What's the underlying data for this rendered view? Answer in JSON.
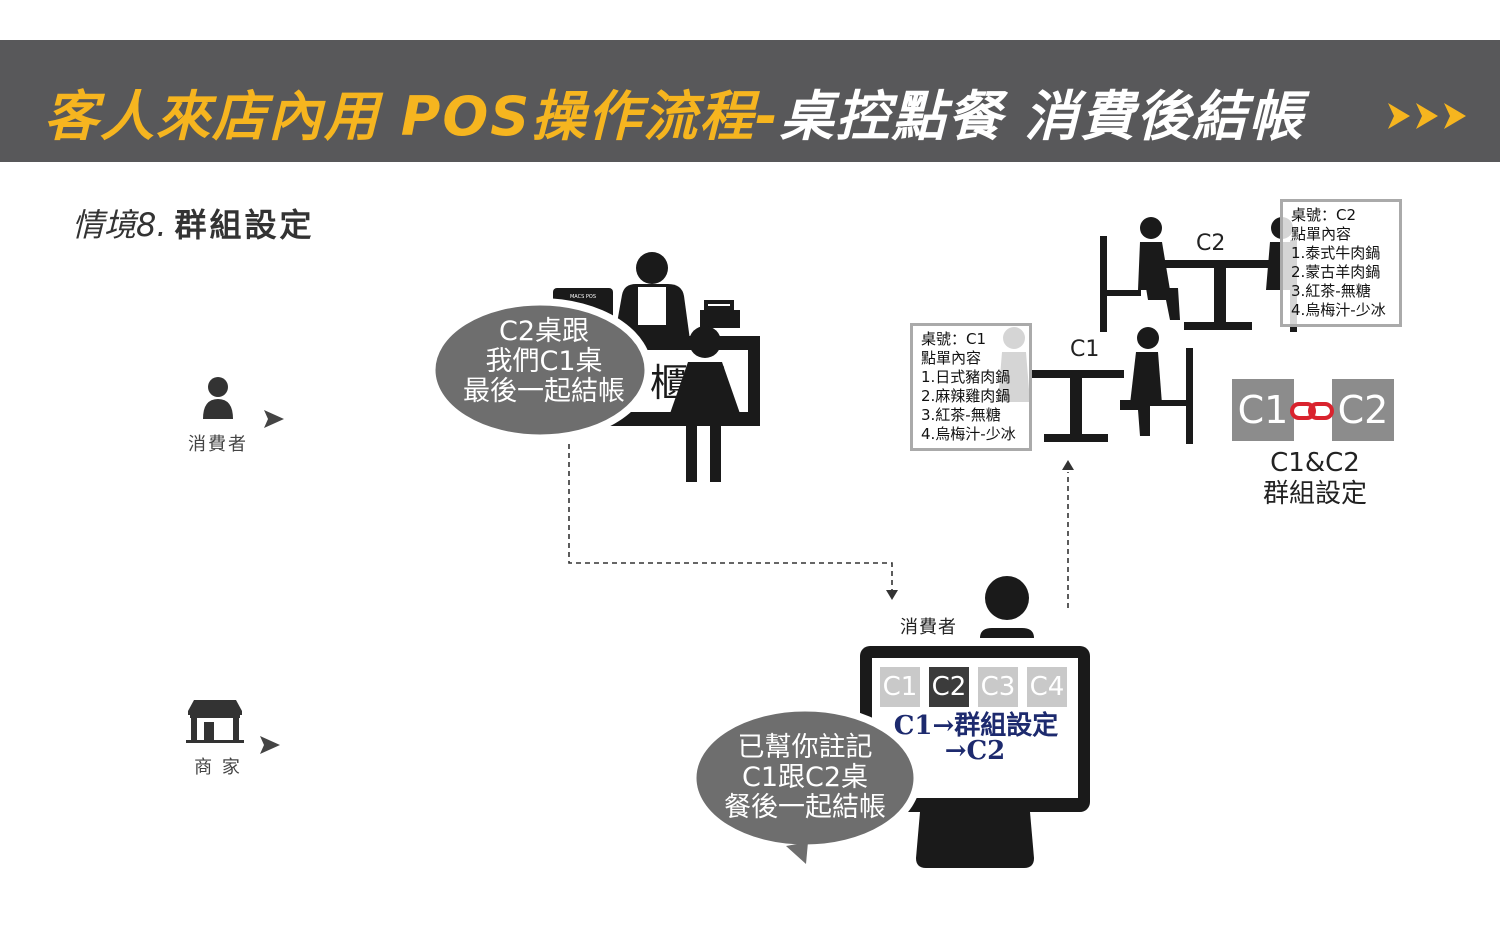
{
  "header": {
    "title_part1": "客人來店內用 POS操作流程-",
    "title_part2": "桌控點餐 消費後結帳",
    "colors": {
      "banner": "#58585a",
      "accent": "#f6b51f"
    },
    "arrow_icon": "triple-chevron-right"
  },
  "scenario": {
    "number": "情境8.",
    "name": "群組設定"
  },
  "roles": {
    "consumer": {
      "label": "消費者",
      "icon": "person-icon"
    },
    "merchant": {
      "label": "商 家",
      "icon": "storefront-icon"
    }
  },
  "counter_scene": {
    "pos_brand": "MACS POS",
    "sign_text": "結帳 櫃檯",
    "bubble_lines": [
      "C2桌跟",
      "我們C1桌",
      "最後一起結帳"
    ]
  },
  "tables": {
    "c1": {
      "tag": "C1",
      "card": [
        "桌號：C1",
        "點單內容",
        "1.日式豬肉鍋",
        "2.麻辣雞肉鍋",
        "3.紅茶-無糖",
        "4.烏梅汁-少冰"
      ]
    },
    "c2": {
      "tag": "C2",
      "card": [
        "桌號：C2",
        "點單內容",
        "1.泰式牛肉鍋",
        "2.蒙古羊肉鍋",
        "3.紅茶-無糖",
        "4.烏梅汁-少冰"
      ]
    }
  },
  "group_link": {
    "left": "C1",
    "right": "C2",
    "icon": "link-icon",
    "caption_lines": [
      "C1&C2",
      "群組設定"
    ]
  },
  "terminal": {
    "consumer_label": "消費者",
    "tabs": [
      "C1",
      "C2",
      "C3",
      "C4"
    ],
    "active_tab": "C2",
    "screen_line1": "C1→群組設定",
    "screen_line2": "→C2",
    "bubble_lines": [
      "已幫你註記",
      "C1跟C2桌",
      "餐後一起結帳"
    ]
  }
}
